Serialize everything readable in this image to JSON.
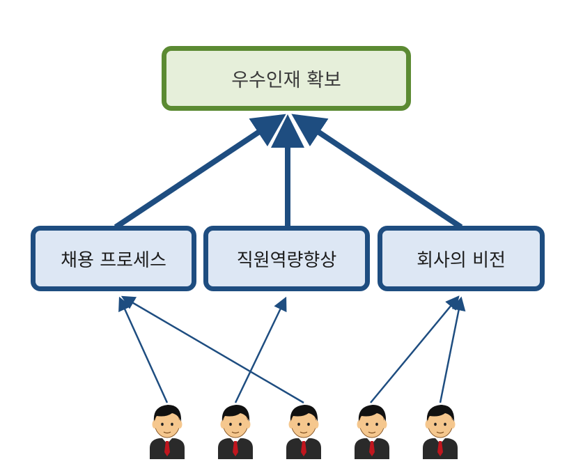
{
  "diagram": {
    "top_node": {
      "label": "우수인재 확보"
    },
    "mid_nodes": [
      {
        "label": "채용 프로세스"
      },
      {
        "label": "직원역량향상"
      },
      {
        "label": "회사의 비전"
      }
    ],
    "people_count": 5,
    "colors": {
      "top_border": "#5b8a32",
      "top_fill": "#e6efda",
      "mid_border": "#1e4d80",
      "mid_fill": "#dde7f4",
      "arrow": "#1e4d80",
      "person_hair": "#111111",
      "person_skin": "#f5c78e",
      "person_suit": "#2a2a2a",
      "person_tie": "#c0161e"
    }
  }
}
